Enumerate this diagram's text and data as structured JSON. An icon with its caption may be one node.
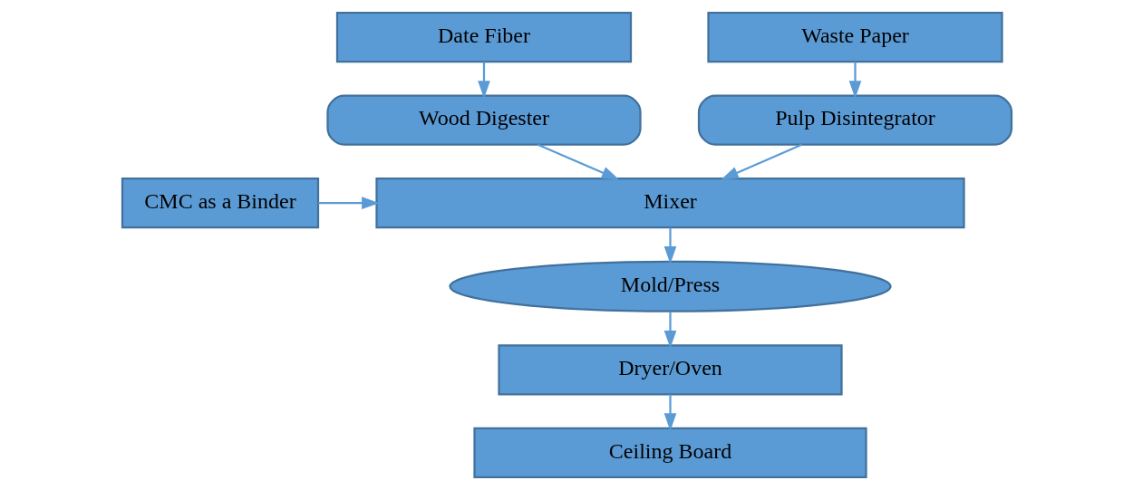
{
  "diagram": {
    "nodes": [
      {
        "text": [
          "Date Fiber"
        ]
      },
      {
        "text": [
          "Waste Paper"
        ]
      },
      {
        "text": [
          "Wood Digester"
        ]
      },
      {
        "text": [
          "Pulp Disintegrator"
        ]
      },
      {
        "text": [
          "CMC as a Binder"
        ]
      },
      {
        "text": [
          "Mixer"
        ]
      },
      {
        "text": [
          "Mold/Press"
        ]
      },
      {
        "text": [
          "Dryer/Oven"
        ]
      },
      {
        "text": [
          "Ceiling Board"
        ]
      }
    ],
    "edges": [
      {
        "from": 0,
        "to": 2,
        "arrow": "to"
      },
      {
        "from": 1,
        "to": 3,
        "arrow": "to"
      },
      {
        "from": 2,
        "to": 5,
        "arrow": "to"
      },
      {
        "from": 3,
        "to": 5,
        "arrow": "to"
      },
      {
        "from": 4,
        "to": 5,
        "arrow": "to"
      },
      {
        "from": 5,
        "to": 6,
        "arrow": "to"
      },
      {
        "from": 6,
        "to": 7,
        "arrow": "to"
      },
      {
        "from": 7,
        "to": 8,
        "arrow": "to"
      }
    ]
  }
}
